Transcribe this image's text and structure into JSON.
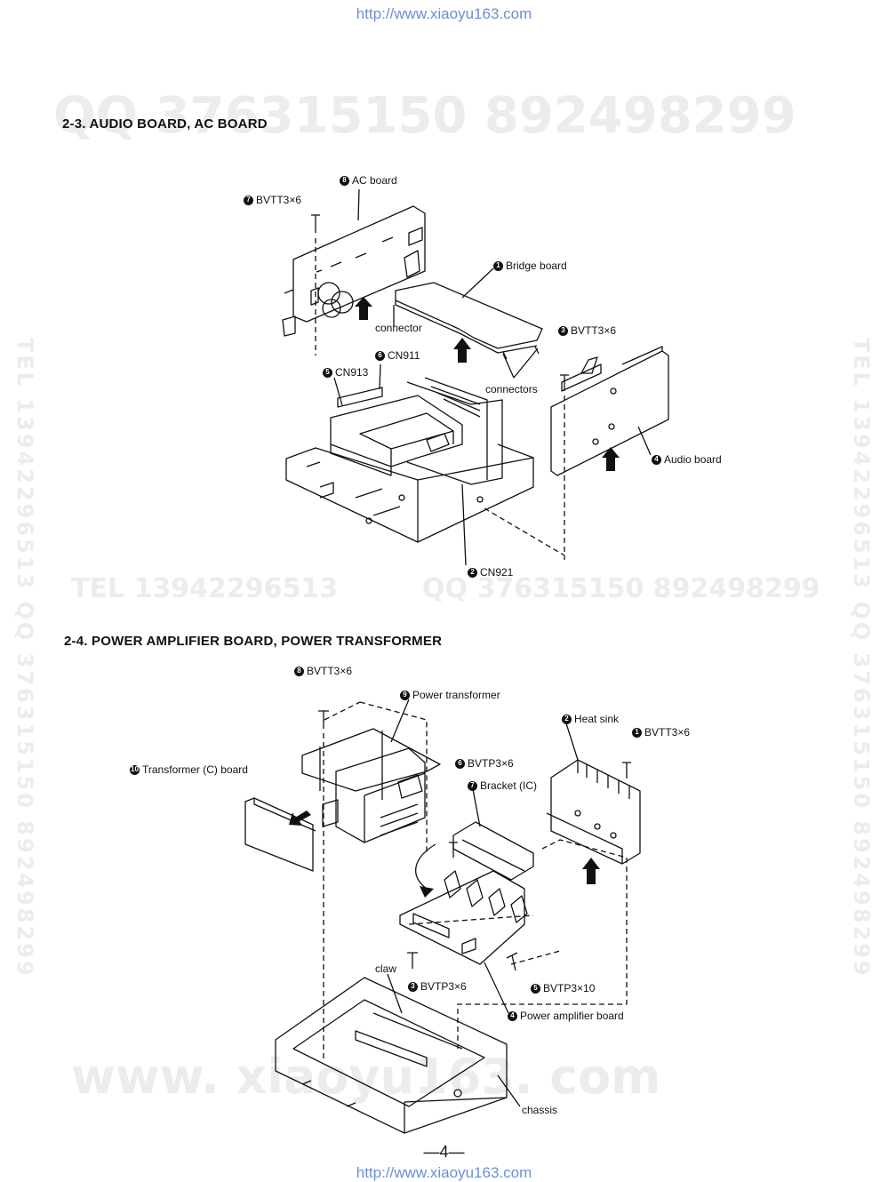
{
  "header_url": "http://www.xiaoyu163.com",
  "footer_url": "http://www.xiaoyu163.com",
  "watermarks": {
    "qq_top": "QQ 376315150    892498299",
    "tel_mid": "TEL 13942296513",
    "qq_mid": "QQ 376315150  892498299",
    "side": "TEL 13942296513  QQ 376315150  892498299",
    "site": "www. xiaoyu163. com"
  },
  "section_23": {
    "title": "2-3.  AUDIO BOARD, AC BOARD",
    "labels": [
      {
        "num": "8",
        "text": "AC board"
      },
      {
        "num": "7",
        "text": "BVTT3×6"
      },
      {
        "num": "1",
        "text": "Bridge board"
      },
      {
        "num": "",
        "text": "connector"
      },
      {
        "num": "3",
        "text": "BVTT3×6"
      },
      {
        "num": "6",
        "text": "CN911"
      },
      {
        "num": "5",
        "text": "CN913"
      },
      {
        "num": "",
        "text": "connectors"
      },
      {
        "num": "4",
        "text": "Audio board"
      },
      {
        "num": "2",
        "text": "CN921"
      }
    ]
  },
  "section_24": {
    "title": "2-4.  POWER AMPLIFIER BOARD, POWER TRANSFORMER",
    "labels": [
      {
        "num": "8",
        "text": "BVTT3×6"
      },
      {
        "num": "9",
        "text": "Power transformer"
      },
      {
        "num": "2",
        "text": "Heat sink"
      },
      {
        "num": "1",
        "text": "BVTT3×6"
      },
      {
        "num": "10",
        "text": "Transformer (C) board"
      },
      {
        "num": "6",
        "text": "BVTP3×6"
      },
      {
        "num": "7",
        "text": "Bracket (IC)"
      },
      {
        "num": "",
        "text": "claw"
      },
      {
        "num": "3",
        "text": "BVTP3×6"
      },
      {
        "num": "5",
        "text": "BVTP3×10"
      },
      {
        "num": "4",
        "text": "Power amplifier board"
      },
      {
        "num": "",
        "text": "chassis"
      }
    ]
  },
  "page_number": "—4—"
}
